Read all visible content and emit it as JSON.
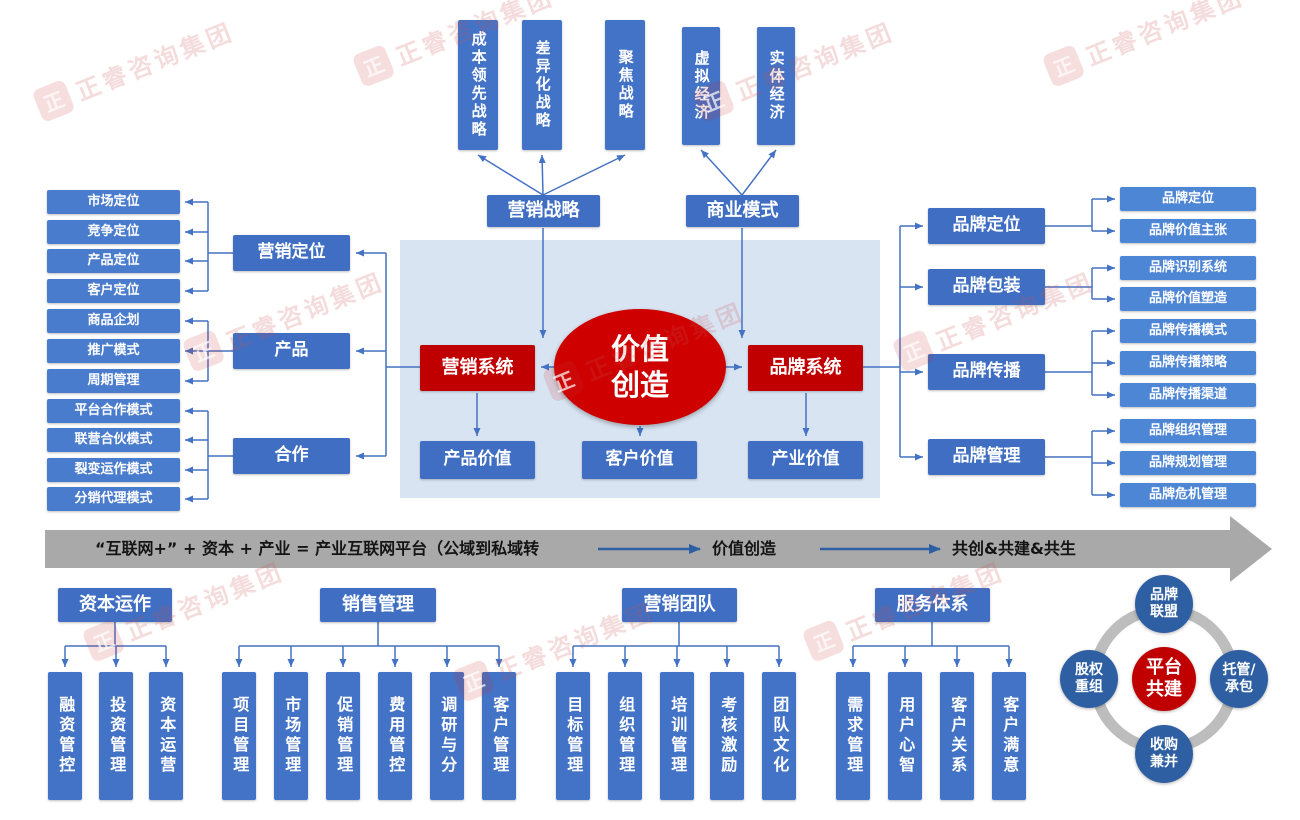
{
  "watermark": {
    "text": "正睿咨询集团",
    "seal": "正"
  },
  "top": {
    "strategies": [
      "成本领先战略",
      "差异化战略",
      "聚焦战略"
    ],
    "economies": [
      "虚拟经济",
      "实体经济"
    ],
    "marketing_strategy": "营销战略",
    "business_model": "商业模式"
  },
  "left": {
    "mids": [
      "营销定位",
      "产品",
      "合作"
    ],
    "smalls": [
      "市场定位",
      "竞争定位",
      "产品定位",
      "客户定位",
      "商品企划",
      "推广模式",
      "周期管理",
      "平台合作模式",
      "联营合伙模式",
      "裂变运作模式",
      "分销代理模式"
    ]
  },
  "center": {
    "marketing_system": "营销系统",
    "value_creation": "价值创造",
    "brand_system": "品牌系统",
    "values": [
      "产品价值",
      "客户价值",
      "产业价值"
    ]
  },
  "right": {
    "mids": [
      "品牌定位",
      "品牌包装",
      "品牌传播",
      "品牌管理"
    ],
    "smalls": [
      "品牌定位",
      "品牌价值主张",
      "品牌识别系统",
      "品牌价值塑造",
      "品牌传播模式",
      "品牌传播策略",
      "品牌传播渠道",
      "品牌组织管理",
      "品牌规划管理",
      "品牌危机管理"
    ]
  },
  "band": {
    "formula": "“互联网+” + 资本 + 产业 = 产业互联网平台（公域到私域转",
    "mid": "价值创造",
    "end": "共创&共建&共生"
  },
  "bottom": {
    "groups": [
      {
        "title": "资本运作",
        "items": [
          "融资管控",
          "投资管理",
          "资本运营"
        ]
      },
      {
        "title": "销售管理",
        "items": [
          "项目管理",
          "市场管理",
          "促销管理",
          "费用管控",
          "调研与分",
          "客户管理"
        ]
      },
      {
        "title": "营销团队",
        "items": [
          "目标管理",
          "组织管理",
          "培训管理",
          "考核激励",
          "团队文化"
        ]
      },
      {
        "title": "服务体系",
        "items": [
          "需求管理",
          "用户心智",
          "客户关系",
          "客户满意"
        ]
      }
    ]
  },
  "hub": {
    "center": "平台共建",
    "satellites": [
      "品牌联盟",
      "托管/承包",
      "收购兼并",
      "股权重组"
    ]
  },
  "colors": {
    "blue": "#4273C6",
    "red": "#C00000",
    "panel": "#D9E4F2",
    "gray_arrow": "#A9A9A9"
  }
}
